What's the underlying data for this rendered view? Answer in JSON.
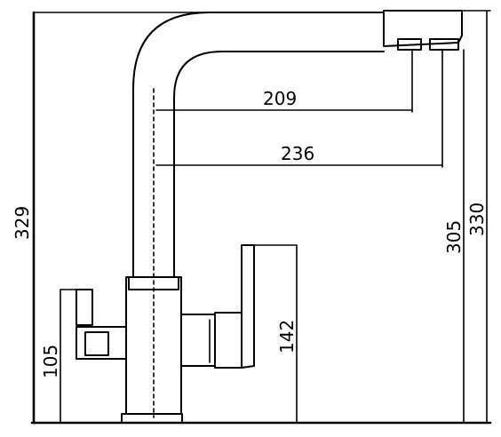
{
  "drawing": {
    "dimensions": {
      "reach_inner": "209",
      "reach_outer": "236",
      "total_height": "329",
      "spout_height_inner": "305",
      "spout_height_outer": "330",
      "handle_height": "142",
      "side_valve_height": "105"
    }
  }
}
